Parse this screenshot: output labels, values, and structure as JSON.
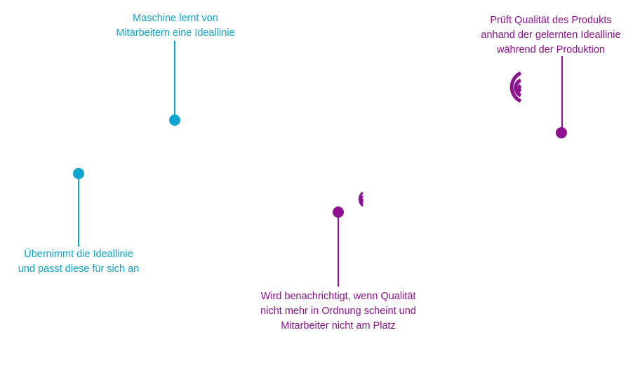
{
  "annotations": {
    "learn": {
      "lines": [
        "Maschine lernt von",
        "Mitarbeitern eine Ideallinie"
      ],
      "color": "#0fa3cf"
    },
    "adopt": {
      "lines": [
        "Übernimmt die Ideallinie",
        "und passt diese für sich an"
      ],
      "color": "#0fa3cf"
    },
    "notify": {
      "lines": [
        "Wird benachrichtigt, wenn Qualität",
        "nicht mehr in Ordnung scheint und",
        "Mitarbeiter nicht am Platz"
      ],
      "color": "#8d118f"
    },
    "check": {
      "lines": [
        "Prüft Qualität des Produkts",
        "anhand der gelernten Ideallinie",
        "während der Produktion"
      ],
      "color": "#8d118f"
    }
  },
  "icons": {
    "signal_small": "wireless-signal-icon",
    "signal_large": "wireless-signal-icon"
  }
}
